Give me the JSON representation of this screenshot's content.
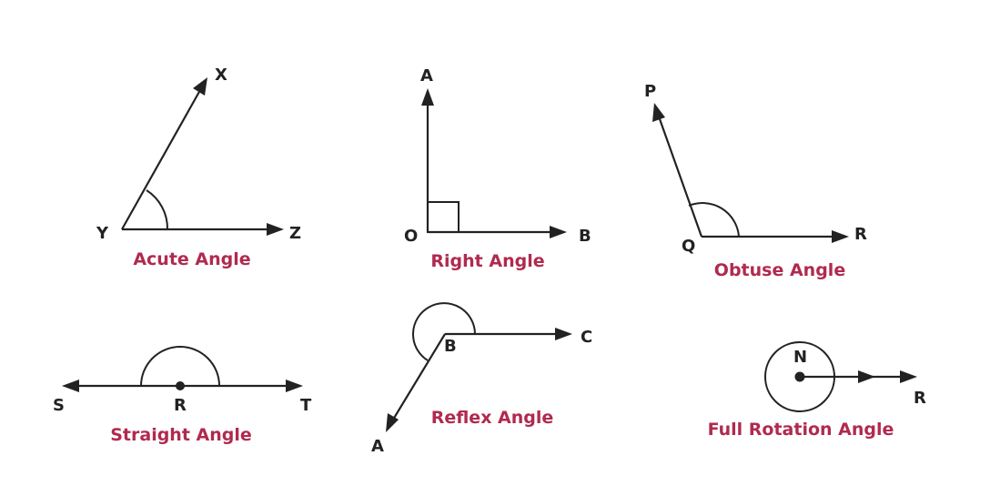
{
  "caption_color": "#b02a4f",
  "line_color": "#222222",
  "angles": {
    "acute": {
      "caption": "Acute Angle",
      "points": {
        "vertex": "Y",
        "arm1": "X",
        "arm2": "Z"
      }
    },
    "right": {
      "caption": "Right Angle",
      "points": {
        "vertex": "O",
        "arm1": "A",
        "arm2": "B"
      }
    },
    "obtuse": {
      "caption": "Obtuse Angle",
      "points": {
        "vertex": "Q",
        "arm1": "P",
        "arm2": "R"
      }
    },
    "straight": {
      "caption": "Straight Angle",
      "points": {
        "vertex": "R",
        "arm1": "S",
        "arm2": "T"
      }
    },
    "reflex": {
      "caption": "Reflex Angle",
      "points": {
        "vertex": "B",
        "arm1": "A",
        "arm2": "C"
      }
    },
    "full": {
      "caption": "Full Rotation Angle",
      "points": {
        "vertex": "N",
        "arm1": "R"
      }
    }
  }
}
